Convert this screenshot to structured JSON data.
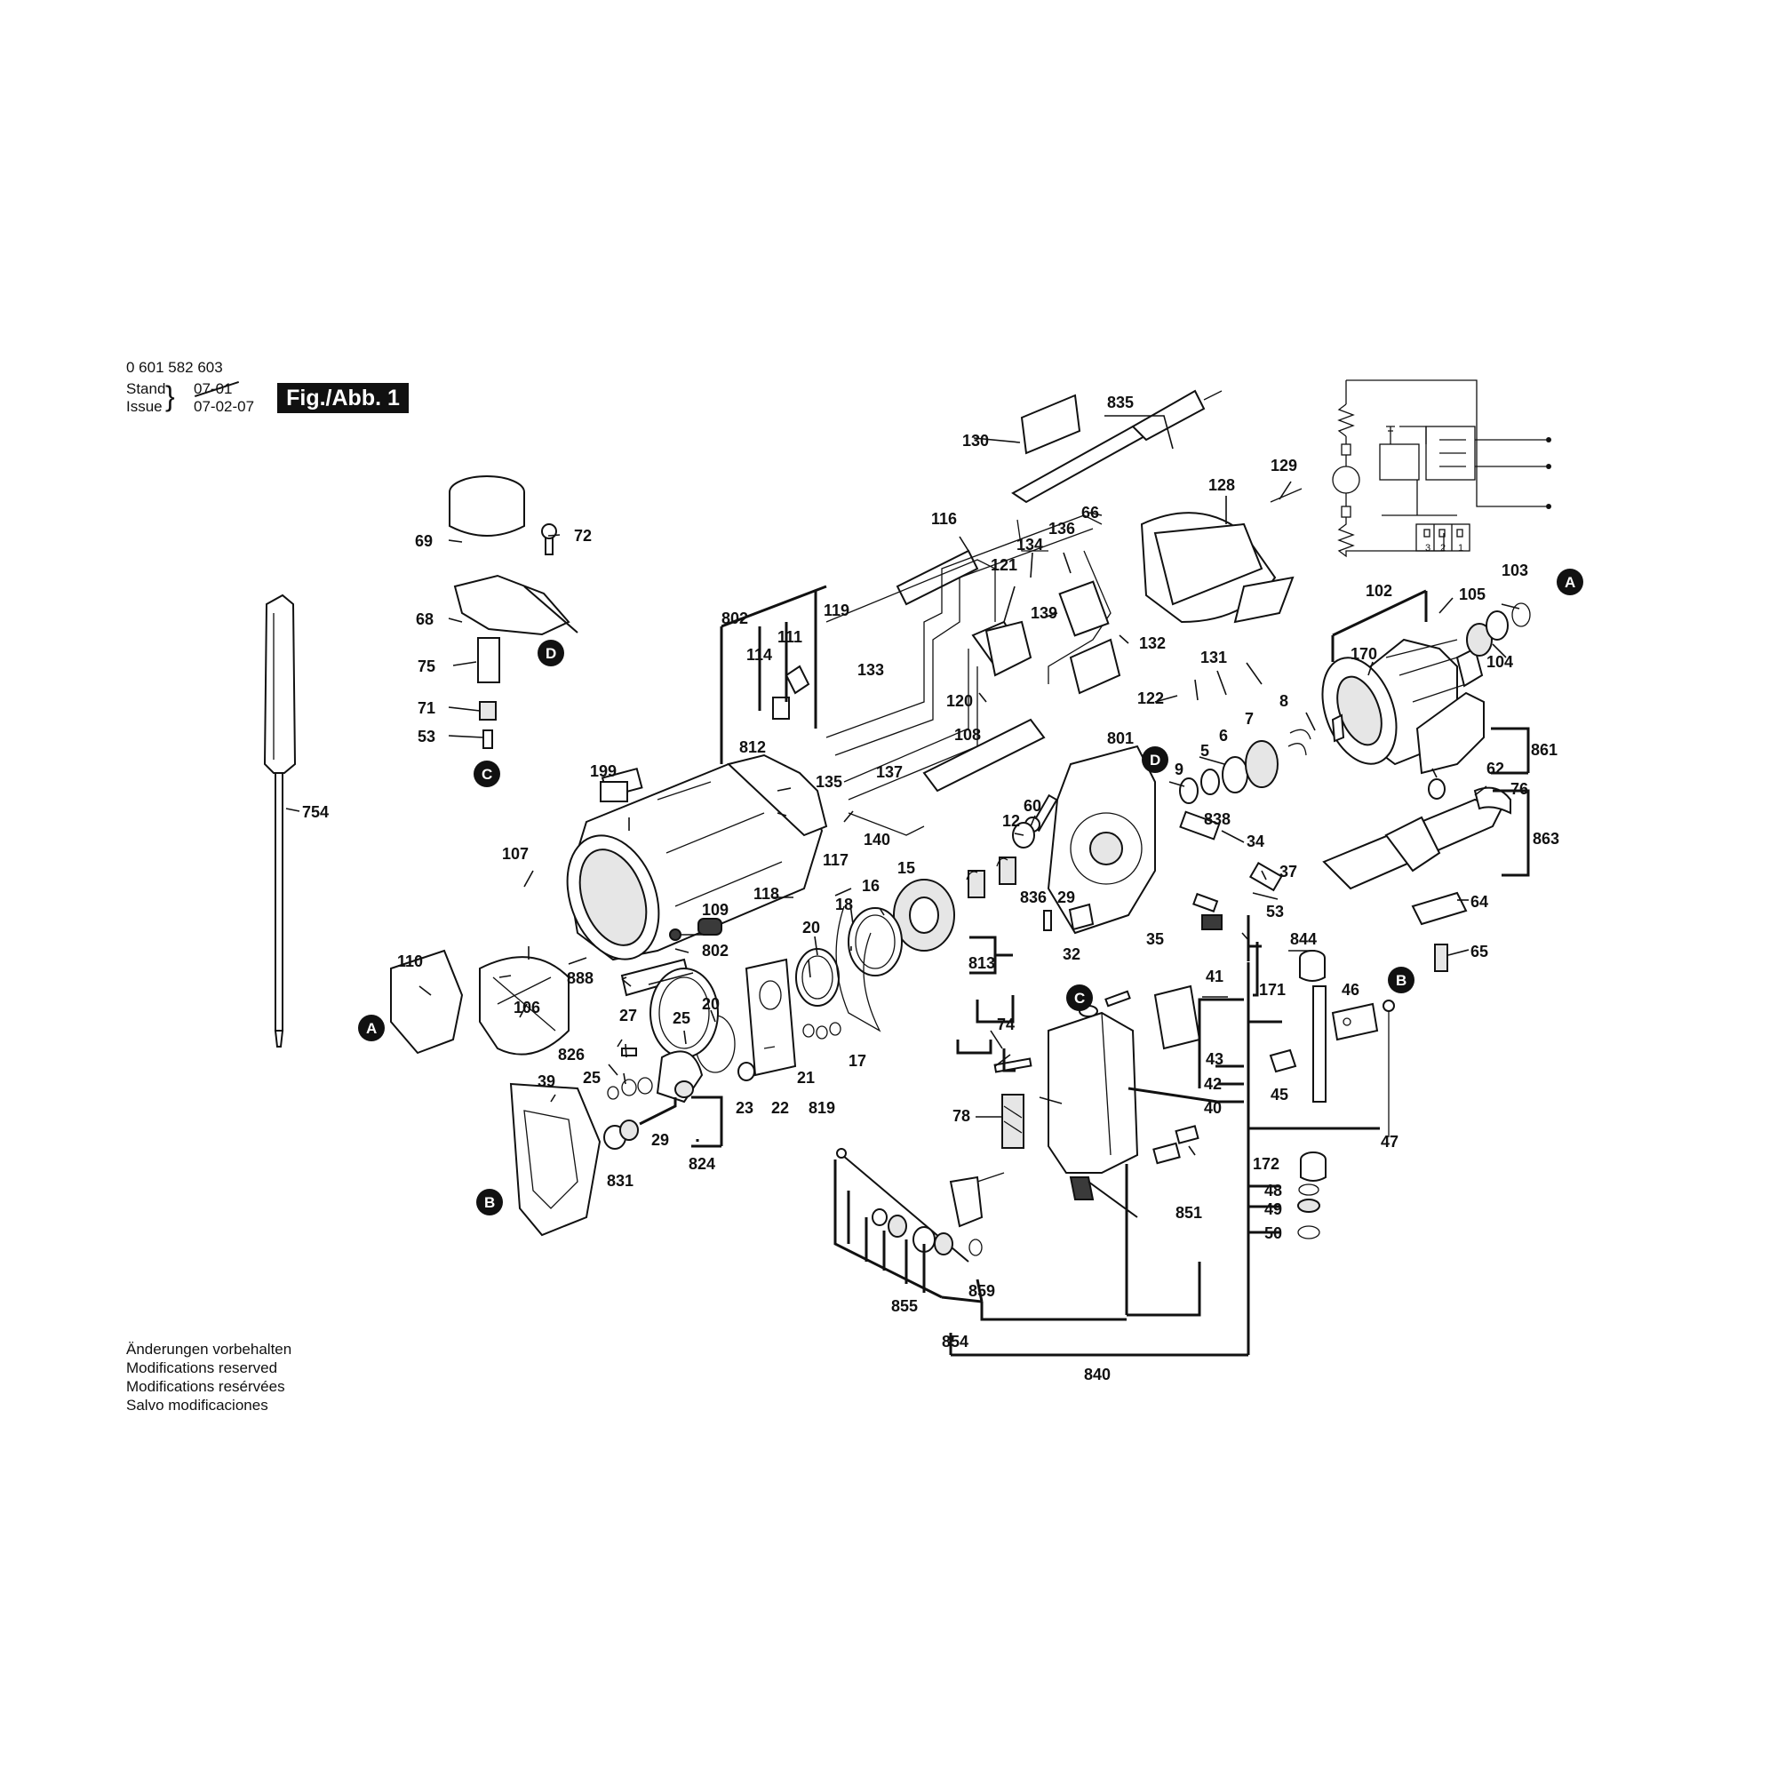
{
  "header": {
    "doc_number": "0 601 582 603",
    "stand_label": "Stand",
    "stand_value": "07-01",
    "issue_label": "Issue",
    "issue_value": "07-02-07",
    "fig_label": "Fig./Abb. 1"
  },
  "notes": [
    "Änderungen vorbehalten",
    "Modifications reserved",
    "Modifications resérvées",
    "Salvo modificaciones"
  ],
  "markers": [
    "A",
    "A",
    "B",
    "B",
    "C",
    "C",
    "D",
    "D"
  ],
  "schematic_pins": [
    "3",
    "2",
    "1"
  ],
  "part_labels": [
    "835",
    "130",
    "128",
    "129",
    "66",
    "116",
    "136",
    "134",
    "121",
    "139",
    "119",
    "111",
    "114",
    "133",
    "802",
    "120",
    "122",
    "132",
    "131",
    "102",
    "105",
    "103",
    "104",
    "170",
    "8",
    "7",
    "6",
    "5",
    "9",
    "861",
    "62",
    "76",
    "863",
    "812",
    "135",
    "137",
    "108",
    "801",
    "838",
    "199",
    "140",
    "117",
    "107",
    "118",
    "109",
    "60",
    "12",
    "34",
    "37",
    "53",
    "64",
    "65",
    "110",
    "106",
    "802",
    "888",
    "20",
    "16",
    "18",
    "15",
    "813",
    "836",
    "29",
    "35",
    "32",
    "844",
    "171",
    "46",
    "41",
    "43",
    "42",
    "40",
    "45",
    "47",
    "172",
    "48",
    "49",
    "50",
    "74",
    "78",
    "851",
    "27",
    "25",
    "20",
    "826",
    "39",
    "25",
    "29",
    "831",
    "824",
    "23",
    "22",
    "21",
    "819",
    "17",
    "859",
    "855",
    "854",
    "840",
    "69",
    "72",
    "68",
    "75",
    "71",
    "53",
    "754"
  ],
  "colors": {
    "ink": "#111111",
    "paper": "#ffffff",
    "fill_light": "#e6e6e6",
    "fill_dark": "#3a3a3a"
  }
}
